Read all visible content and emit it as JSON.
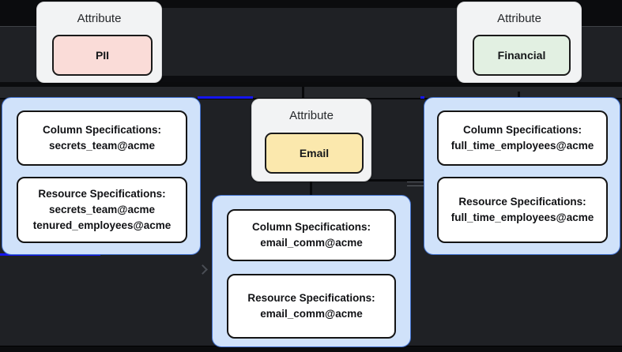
{
  "attributes": [
    {
      "group_label": "Attribute",
      "name": "PII",
      "chip_color": "#fadcd8"
    },
    {
      "group_label": "Attribute",
      "name": "Financial",
      "chip_color": "#e2f0e2"
    },
    {
      "group_label": "Attribute",
      "name": "Email",
      "chip_color": "#fbe8ad"
    }
  ],
  "clusters": [
    {
      "nodes": [
        {
          "title": "Column Specifications:",
          "entries": [
            "secrets_team@acme"
          ]
        },
        {
          "title": "Resource Specifications:",
          "entries": [
            "secrets_team@acme",
            "tenured_employees@acme"
          ]
        }
      ]
    },
    {
      "nodes": [
        {
          "title": "Column Specifications:",
          "entries": [
            "email_comm@acme"
          ]
        },
        {
          "title": "Resource Specifications:",
          "entries": [
            "email_comm@acme"
          ]
        }
      ]
    },
    {
      "nodes": [
        {
          "title": "Column Specifications:",
          "entries": [
            "full_time_employees@acme"
          ]
        },
        {
          "title": "Resource Specifications:",
          "entries": [
            "full_time_employees@acme"
          ]
        }
      ]
    }
  ],
  "colors": {
    "background": "#1f2125",
    "background_band_dark": "#0b0c0e",
    "attribute_node_bg": "#f2f3f4",
    "cluster_bg": "#d0e2fa",
    "cluster_border": "#4272cf",
    "spec_node_bg": "#ffffff",
    "node_border": "#141414",
    "edge_blue": "#1515f0",
    "edge_black": "#08090b"
  }
}
